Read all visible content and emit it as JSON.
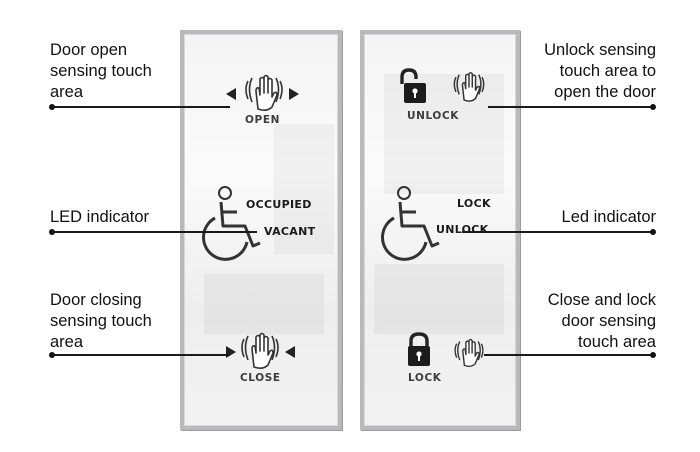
{
  "callouts": {
    "door_open": [
      "Door open",
      "sensing touch",
      "area"
    ],
    "led_left": [
      "LED indicator"
    ],
    "door_closing": [
      "Door closing",
      "sensing touch",
      "area"
    ],
    "unlock_sensing": [
      "Unlock sensing",
      "touch area to",
      "open the door"
    ],
    "led_right": [
      "Led indicator"
    ],
    "close_lock": [
      "Close and lock",
      "door sensing",
      "touch area"
    ]
  },
  "left_panel": {
    "open_label": "OPEN",
    "occupied_label": "OCCUPIED",
    "vacant_label": "VACANT",
    "close_label": "CLOSE"
  },
  "right_panel": {
    "unlock_label": "UNLOCK",
    "lock_status": "LOCK",
    "unlock_status": "UNLOCK",
    "lock_label": "LOCK"
  },
  "icons": [
    "hand-icon",
    "arrow-left-icon",
    "arrow-right-icon",
    "wheelchair-icon",
    "padlock-open-icon",
    "padlock-closed-icon"
  ],
  "colors": {
    "panel_frame": "#b9b9bb",
    "text": "#111111",
    "sign_text": "#3c3c3c"
  }
}
